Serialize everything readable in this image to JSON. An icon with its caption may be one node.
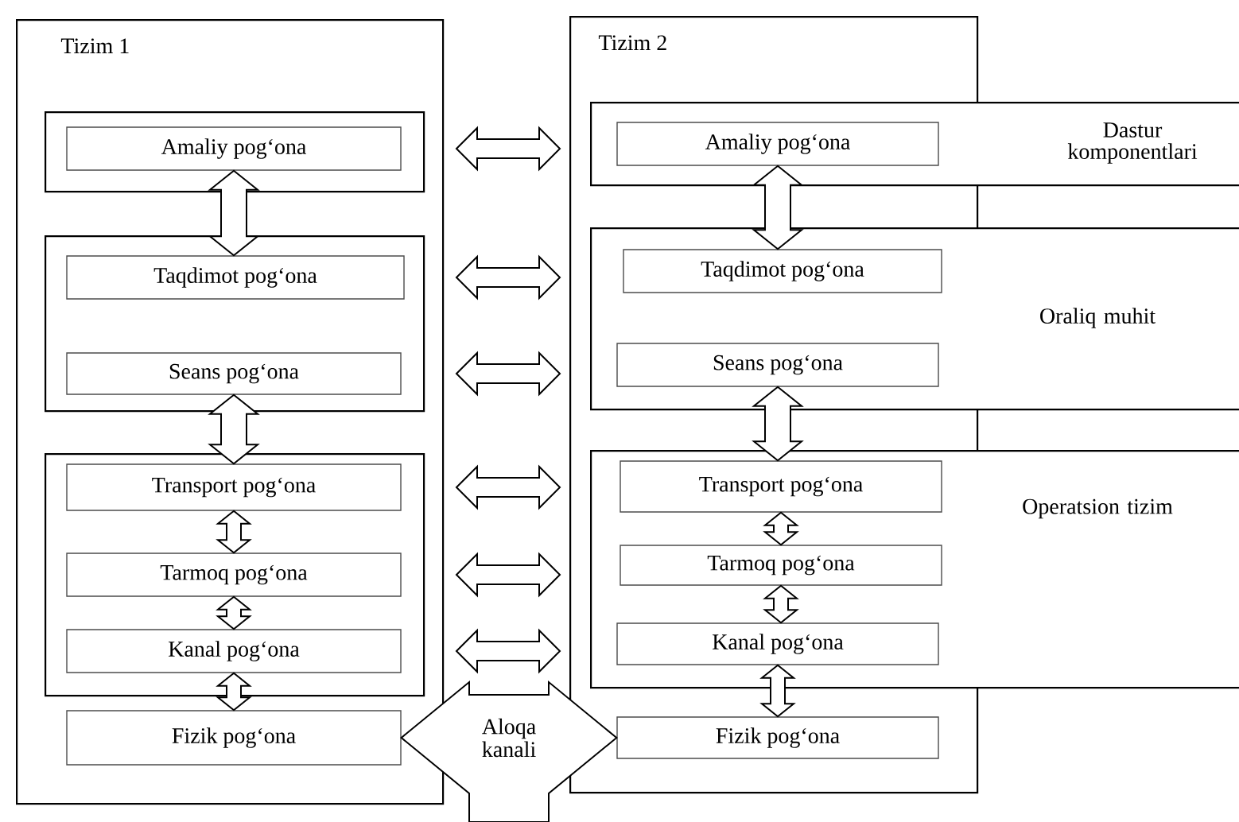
{
  "diagram": {
    "nodes": [
      {
        "text": [
          "Tizim 1"
        ]
      },
      {
        "text": [],
        "shape": "box",
        "in": 0
      },
      {
        "text": [
          "Amaliy pog‘ona"
        ],
        "in": 1
      },
      {
        "text": [],
        "shape": "box",
        "in": 0
      },
      {
        "text": [
          "Taqdimot pog‘ona"
        ],
        "in": 3
      },
      {
        "text": [
          "Seans pog‘ona"
        ],
        "in": 3
      },
      {
        "text": [],
        "shape": "box",
        "in": 0
      },
      {
        "text": [
          "Transport pog‘ona"
        ],
        "in": 6
      },
      {
        "text": [
          "Tarmoq pog‘ona"
        ],
        "in": 6
      },
      {
        "text": [
          "Kanal pog‘ona"
        ],
        "in": 6
      },
      {
        "text": [
          "Fizik pog‘ona"
        ],
        "in": 0
      },
      {
        "text": [
          "Tizim 2"
        ]
      },
      {
        "text": [
          "Dastur komponentlari"
        ]
      },
      {
        "text": [
          "Amaliy pog‘ona"
        ]
      },
      {
        "text": [
          "Oraliq muhit"
        ]
      },
      {
        "text": [
          "Taqdimot pog‘ona"
        ]
      },
      {
        "text": [
          "Seans pog‘ona"
        ]
      },
      {
        "text": [
          "Operatsion tizim"
        ]
      },
      {
        "text": [
          "Transport pog‘ona"
        ]
      },
      {
        "text": [
          "Tarmoq pog‘ona"
        ]
      },
      {
        "text": [
          "Kanal pog‘ona"
        ]
      },
      {
        "text": [
          "Fizik pog‘ona"
        ],
        "in": 11
      }
    ],
    "edges": [
      {
        "from": 2,
        "to": 4,
        "arrow": "both"
      },
      {
        "from": 5,
        "to": 7,
        "arrow": "both"
      },
      {
        "from": 7,
        "to": 8,
        "arrow": "both"
      },
      {
        "from": 8,
        "to": 9,
        "arrow": "both"
      },
      {
        "from": 9,
        "to": 10,
        "arrow": "both"
      },
      {
        "from": 13,
        "to": 15,
        "arrow": "both"
      },
      {
        "from": 16,
        "to": 18,
        "arrow": "both"
      },
      {
        "from": 18,
        "to": 19,
        "arrow": "both"
      },
      {
        "from": 19,
        "to": 20,
        "arrow": "both"
      },
      {
        "from": 20,
        "to": 21,
        "arrow": "both"
      },
      {
        "from": 2,
        "to": 13,
        "arrow": "both"
      },
      {
        "from": 4,
        "to": 15,
        "arrow": "both"
      },
      {
        "from": 5,
        "to": 16,
        "arrow": "both"
      },
      {
        "from": 7,
        "to": 18,
        "arrow": "both"
      },
      {
        "from": 8,
        "to": 19,
        "arrow": "both"
      },
      {
        "from": 9,
        "to": 20,
        "arrow": "both"
      },
      {
        "from": 10,
        "to": 21,
        "arrow": "both",
        "label": "Aloqa kanali"
      }
    ]
  }
}
